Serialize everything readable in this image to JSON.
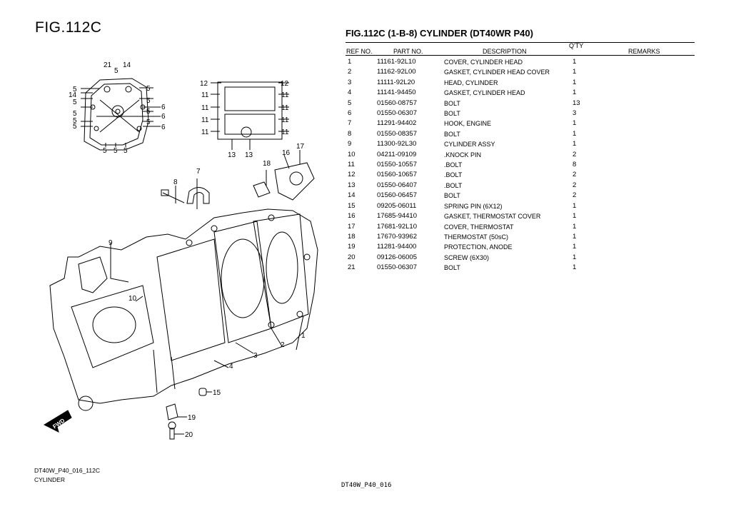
{
  "figure_label": "FIG.112C",
  "sheet_title": "FIG.112C (1-B-8) CYLINDER (DT40WR P40)",
  "columns": {
    "ref_no": "REF NO.",
    "part_no": "PART NO.",
    "description": "DESCRIPTION",
    "qty": "Q'TY",
    "remarks": "REMARKS"
  },
  "parts": [
    {
      "ref": "1",
      "part_no": "11161-92L10",
      "description": "COVER, CYLINDER HEAD",
      "qty": "1"
    },
    {
      "ref": "2",
      "part_no": "11162-92L00",
      "description": "GASKET, CYLINDER HEAD COVER",
      "qty": "1"
    },
    {
      "ref": "3",
      "part_no": "11111-92L20",
      "description": "HEAD, CYLINDER",
      "qty": "1"
    },
    {
      "ref": "4",
      "part_no": "11141-94450",
      "description": "GASKET, CYLINDER HEAD",
      "qty": "1"
    },
    {
      "ref": "5",
      "part_no": "01560-08757",
      "description": "BOLT",
      "qty": "13"
    },
    {
      "ref": "6",
      "part_no": "01550-06307",
      "description": "BOLT",
      "qty": "3"
    },
    {
      "ref": "7",
      "part_no": "11291-94402",
      "description": "HOOK, ENGINE",
      "qty": "1"
    },
    {
      "ref": "8",
      "part_no": "01550-08357",
      "description": "BOLT",
      "qty": "1"
    },
    {
      "ref": "9",
      "part_no": "11300-92L30",
      "description": "CYLINDER ASSY",
      "qty": "1"
    },
    {
      "ref": "10",
      "part_no": "04211-09109",
      "description": ".KNOCK PIN",
      "qty": "2"
    },
    {
      "ref": "11",
      "part_no": "01550-10557",
      "description": ".BOLT",
      "qty": "8"
    },
    {
      "ref": "12",
      "part_no": "01560-10657",
      "description": ".BOLT",
      "qty": "2"
    },
    {
      "ref": "13",
      "part_no": "01550-06407",
      "description": ".BOLT",
      "qty": "2"
    },
    {
      "ref": "14",
      "part_no": "01560-06457",
      "description": "BOLT",
      "qty": "2"
    },
    {
      "ref": "15",
      "part_no": "09205-06011",
      "description": "SPRING PIN (6X12)",
      "qty": "1"
    },
    {
      "ref": "16",
      "part_no": "17685-94410",
      "description": "GASKET, THERMOSTAT COVER",
      "qty": "1"
    },
    {
      "ref": "17",
      "part_no": "17681-92L10",
      "description": "COVER, THERMOSTAT",
      "qty": "1"
    },
    {
      "ref": "18",
      "part_no": "17670-93962",
      "description": "THERMOSTAT (50sC)",
      "qty": "1"
    },
    {
      "ref": "19",
      "part_no": "11281-94400",
      "description": "PROTECTION, ANODE",
      "qty": "1"
    },
    {
      "ref": "20",
      "part_no": "09126-06005",
      "description": "SCREW (6X30)",
      "qty": "1"
    },
    {
      "ref": "21",
      "part_no": "01550-06307",
      "description": "BOLT",
      "qty": "1"
    }
  ],
  "diagram": {
    "callouts": [
      "1",
      "2",
      "3",
      "4",
      "5",
      "6",
      "7",
      "8",
      "9",
      "10",
      "11",
      "12",
      "13",
      "14",
      "15",
      "16",
      "17",
      "18",
      "19",
      "20",
      "21"
    ],
    "fwd_label": "FWD"
  },
  "footer": {
    "code": "DT40W_P40_016_112C",
    "name": "CYLINDER",
    "page_code": "DT40W_P40_016"
  }
}
